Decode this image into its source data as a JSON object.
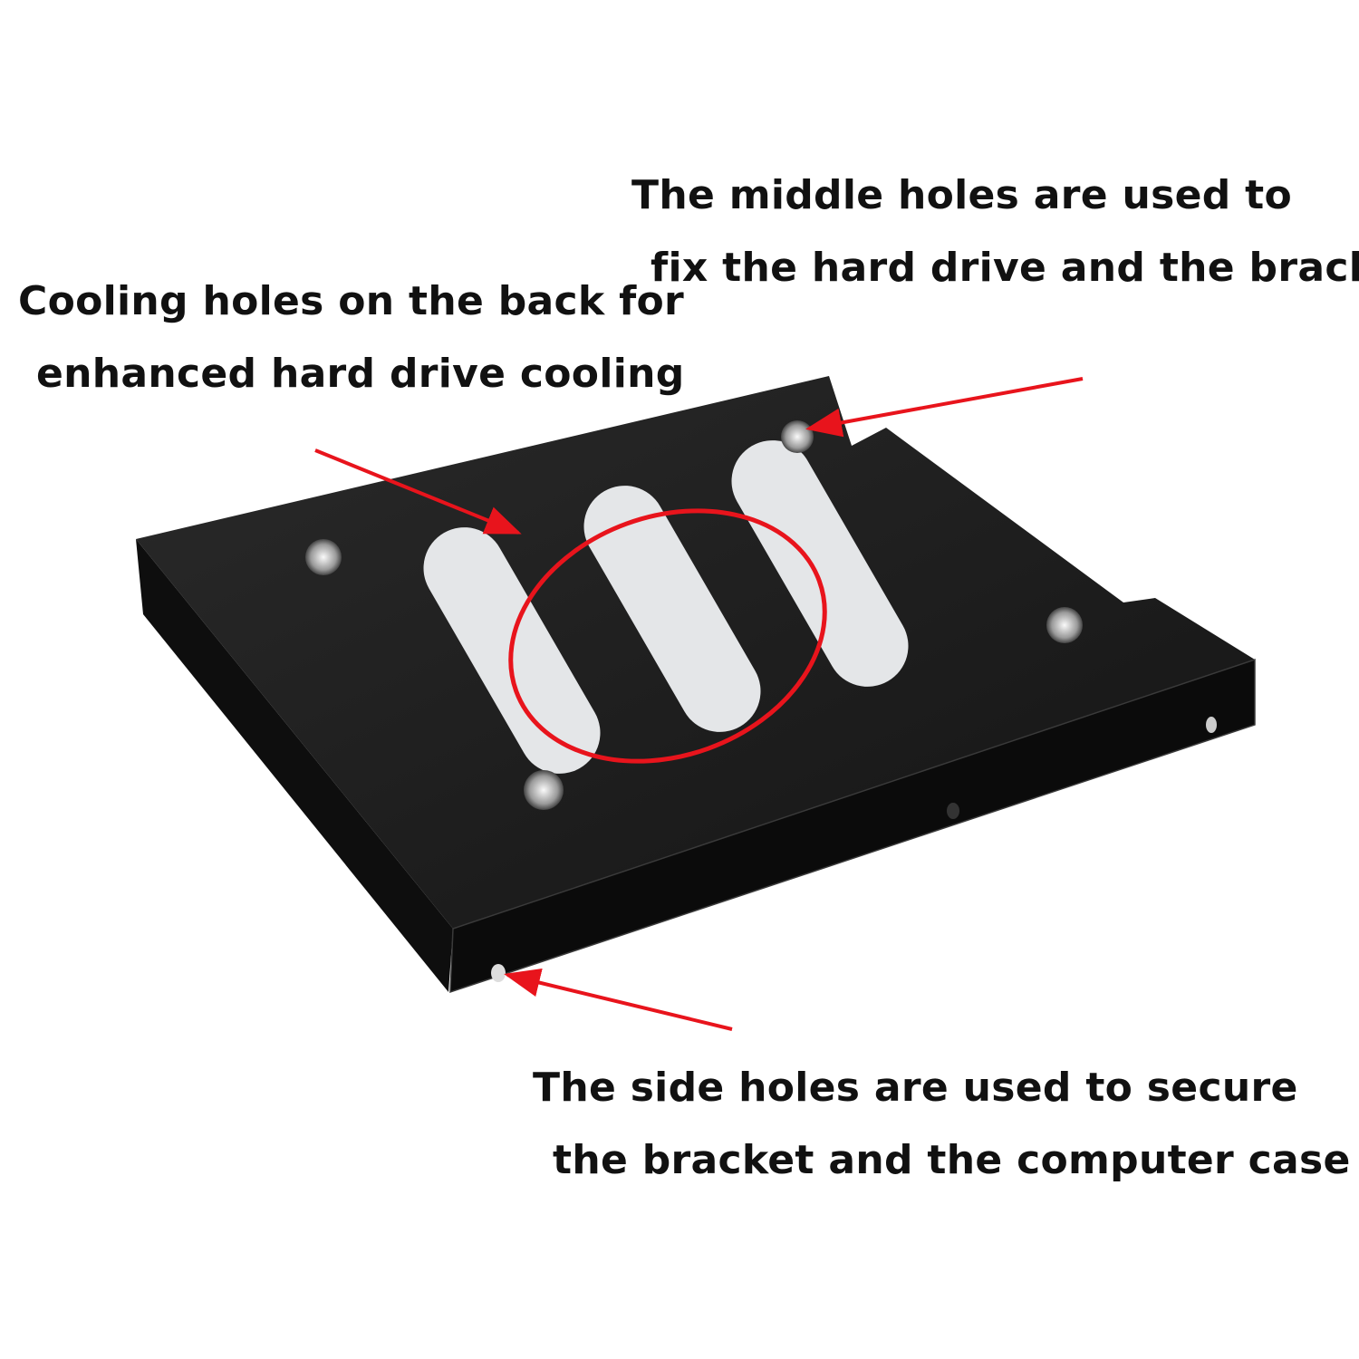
{
  "annotations": {
    "middle_holes": {
      "line1": "The middle holes are used to",
      "line2": "fix the hard drive and the bracket"
    },
    "cooling_holes": {
      "line1": "Cooling holes on the back for",
      "line2": "enhanced hard drive cooling"
    },
    "side_holes": {
      "line1": "The side holes are used to secure",
      "line2": "the bracket and the computer case"
    }
  },
  "colors": {
    "annotation": "#e8141c",
    "bracket": "#1a1a1a",
    "label": "#e4e6e8"
  }
}
